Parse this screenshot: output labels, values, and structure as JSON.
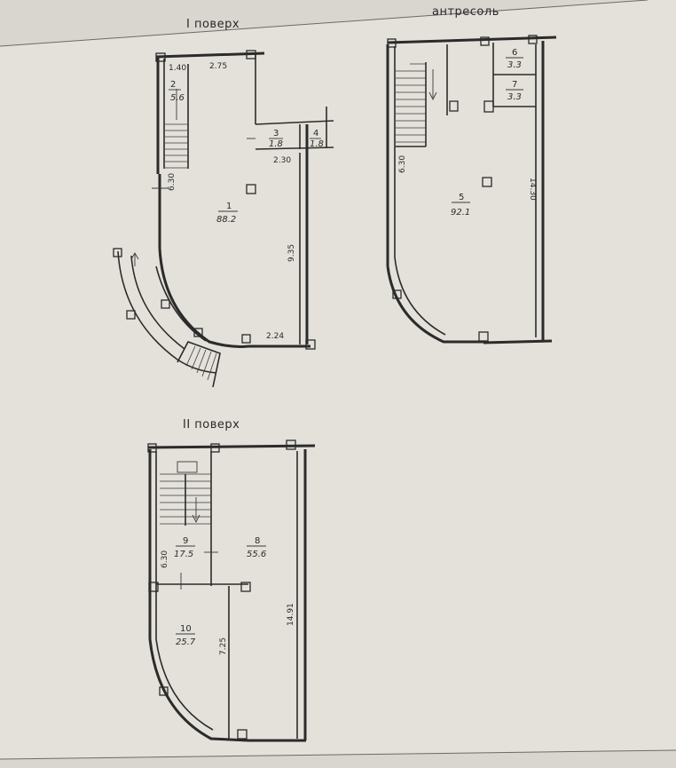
{
  "floor1": {
    "title": "I поверх",
    "room1": {
      "num": "1",
      "area": "88.2"
    },
    "room2": {
      "num": "2",
      "area": "5.6"
    },
    "room3": {
      "num": "3",
      "area": "1.8"
    },
    "room4": {
      "num": "4",
      "area": "1.8"
    },
    "dims": {
      "d140": "1.40",
      "d275": "2.75",
      "d230": "2.30",
      "d630": "6.30",
      "d935": "9.35",
      "d224": "2.24"
    }
  },
  "mezzanine": {
    "title": "антресоль",
    "room5": {
      "num": "5",
      "area": "92.1"
    },
    "room6": {
      "num": "6",
      "area": "3.3"
    },
    "room7": {
      "num": "7",
      "area": "3.3"
    },
    "dims": {
      "d630": "6.30",
      "d1430": "14.30"
    }
  },
  "floor2": {
    "title": "II поверх",
    "room8": {
      "num": "8",
      "area": "55.6"
    },
    "room9": {
      "num": "9",
      "area": "17.5"
    },
    "room10": {
      "num": "10",
      "area": "25.7"
    },
    "dims": {
      "d630": "6.30",
      "d725": "7.25",
      "d1491": "14.91"
    }
  }
}
